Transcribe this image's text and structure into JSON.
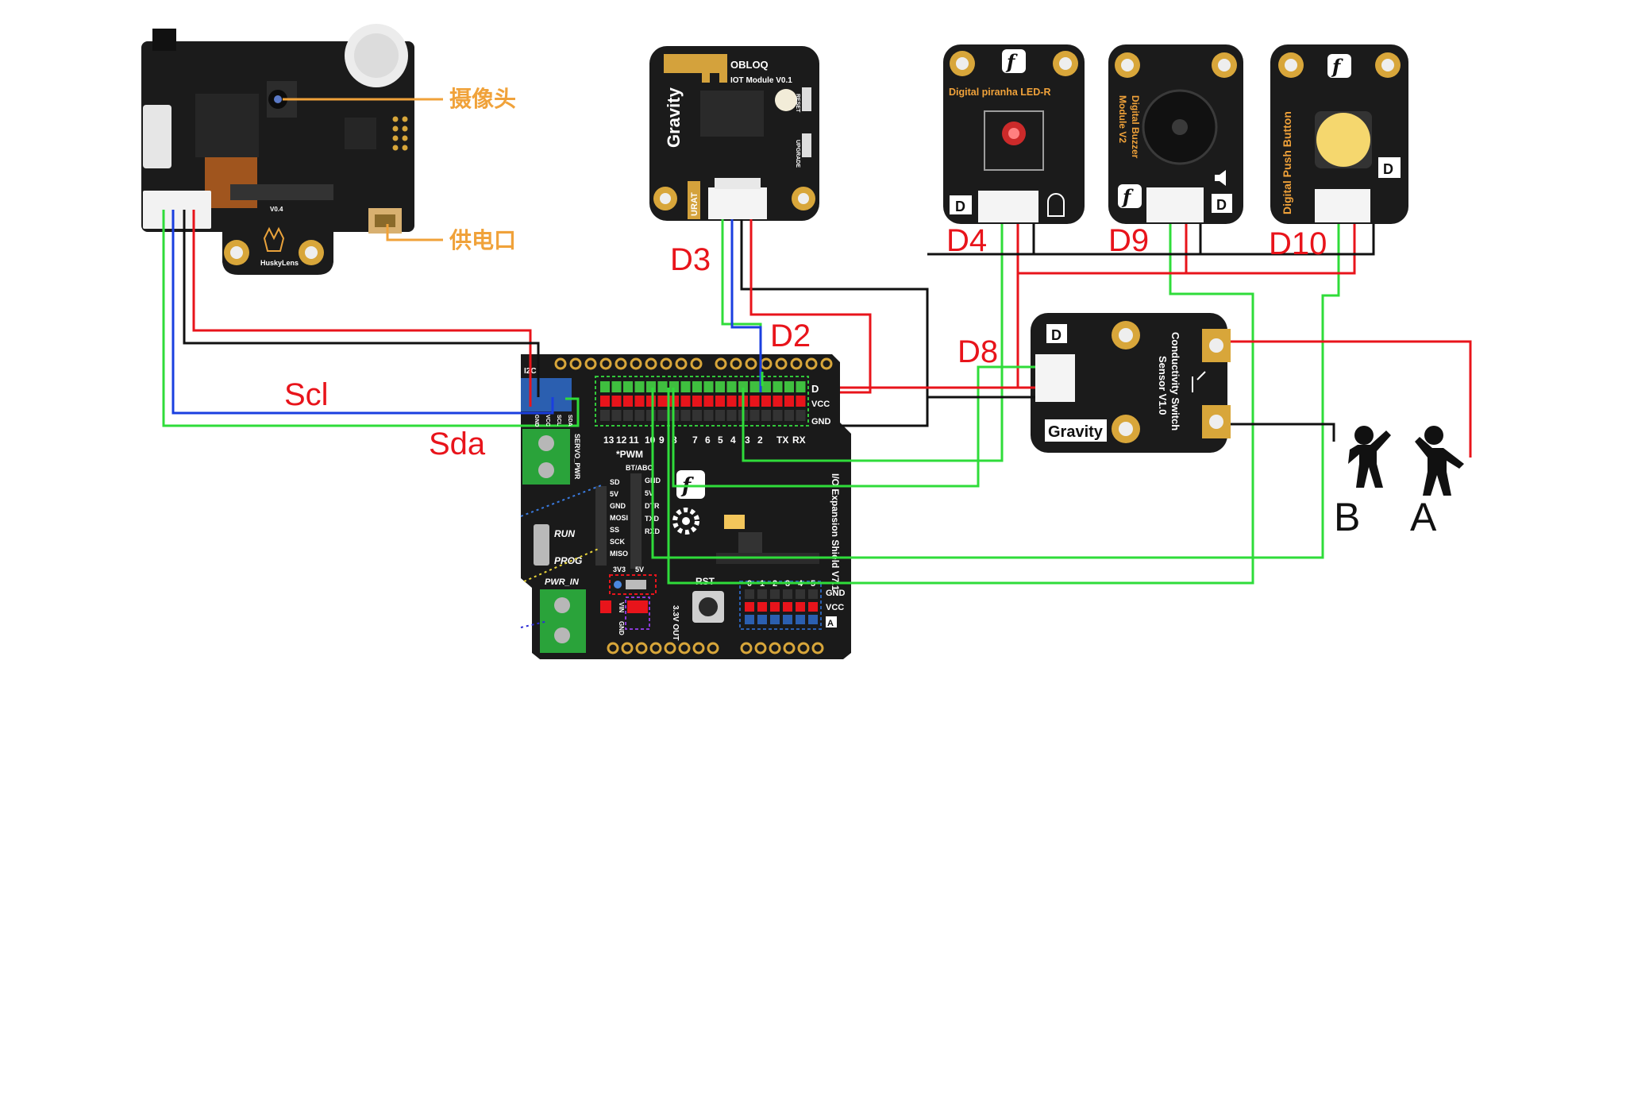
{
  "huskylens": {
    "camera_label": "摄像头",
    "power_label": "供电口",
    "board_silk": "HuskyLens",
    "version_silk": "V0.4"
  },
  "obloq": {
    "brand": "Gravity",
    "title": "OBLOQ",
    "subtitle": "IOT Module V0.1",
    "port": "URAT",
    "reset": "RESET",
    "upgrade": "UPGRADE"
  },
  "led_module": {
    "title": "Digital piranha LED-R",
    "port": "D"
  },
  "buzzer_module": {
    "title_line1": "Digital Buzzer",
    "title_line2": "Module V2",
    "port": "D"
  },
  "button_module": {
    "title": "Digital Push Button",
    "port": "D"
  },
  "conductivity": {
    "brand": "Gravity",
    "line1": "Conductivity Switch",
    "line2": "Sensor V1.0",
    "port": "D"
  },
  "shield": {
    "top_right": [
      "D",
      "VCC",
      "GND"
    ],
    "digital_pins": [
      "13",
      "12",
      "11",
      "10",
      "9",
      "8",
      "7",
      "6",
      "5",
      "4",
      "3",
      "2",
      "TX",
      "RX"
    ],
    "i2c": "I2C",
    "i2c_pins": [
      "GND",
      "VCC",
      "SCL",
      "SDA"
    ],
    "pwm": "*PWM",
    "servo_pwr": "SERVO_PWR",
    "bt_abc": "BT/ABC",
    "bt_pins": [
      "GND",
      "5V",
      "DTR",
      "TXD",
      "RXD"
    ],
    "spi_pins": [
      "SD",
      "5V",
      "GND",
      "MOSI",
      "SS",
      "SCK",
      "MISO"
    ],
    "run": "RUN",
    "prog": "PROG",
    "pwr_in": "PWR_IN",
    "v3v3": "3V3",
    "v5v": "5V",
    "rst": "RST",
    "out": "3.3V OUT",
    "vin": "VIN",
    "gnd": "GND",
    "analog_pins": [
      "0",
      "1",
      "2",
      "3",
      "4",
      "5"
    ],
    "analog_right": [
      "GND",
      "VCC",
      "A"
    ],
    "side_title": "I/O Expansion Shield V7.1"
  },
  "labels": {
    "scl": "Scl",
    "sda": "Sda",
    "d2": "D2",
    "d3": "D3",
    "d4": "D4",
    "d8": "D8",
    "d9": "D9",
    "d10": "D10",
    "person_b": "B",
    "person_a": "A"
  },
  "colors": {
    "wire_red": "#e8141b",
    "wire_black": "#111111",
    "wire_green": "#2fdc3a",
    "wire_blue": "#1a3fe0",
    "board": "#1b1b1b",
    "accent_orange": "#f0a23a"
  }
}
